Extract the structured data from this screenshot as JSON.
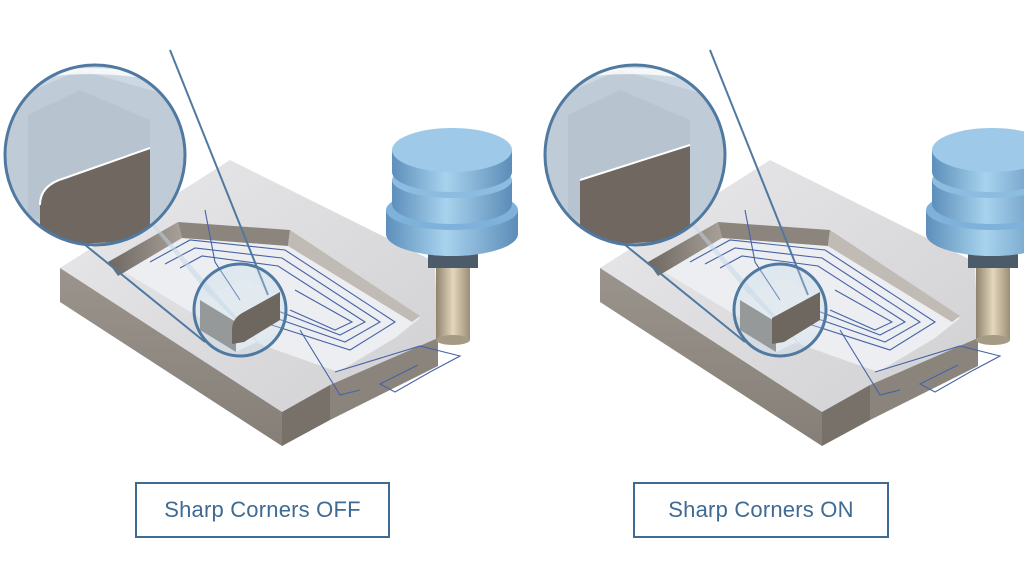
{
  "panels": [
    {
      "caption": "Sharp Corners OFF",
      "corner": "rounded"
    },
    {
      "caption": "Sharp Corners ON",
      "corner": "sharp"
    }
  ],
  "colors": {
    "block_top": "#dcdcde",
    "block_front": "#908a83",
    "block_side": "#6f6962",
    "pocket_floor": "#eeeff1",
    "toolpath": "#4663a6",
    "tool_blue": "#8fc0e2",
    "tool_blue_dark": "#5d8fbb",
    "shank": "#c9b99c",
    "magnifier_stroke": "#4f79a0",
    "caption": "#3e6a93"
  }
}
